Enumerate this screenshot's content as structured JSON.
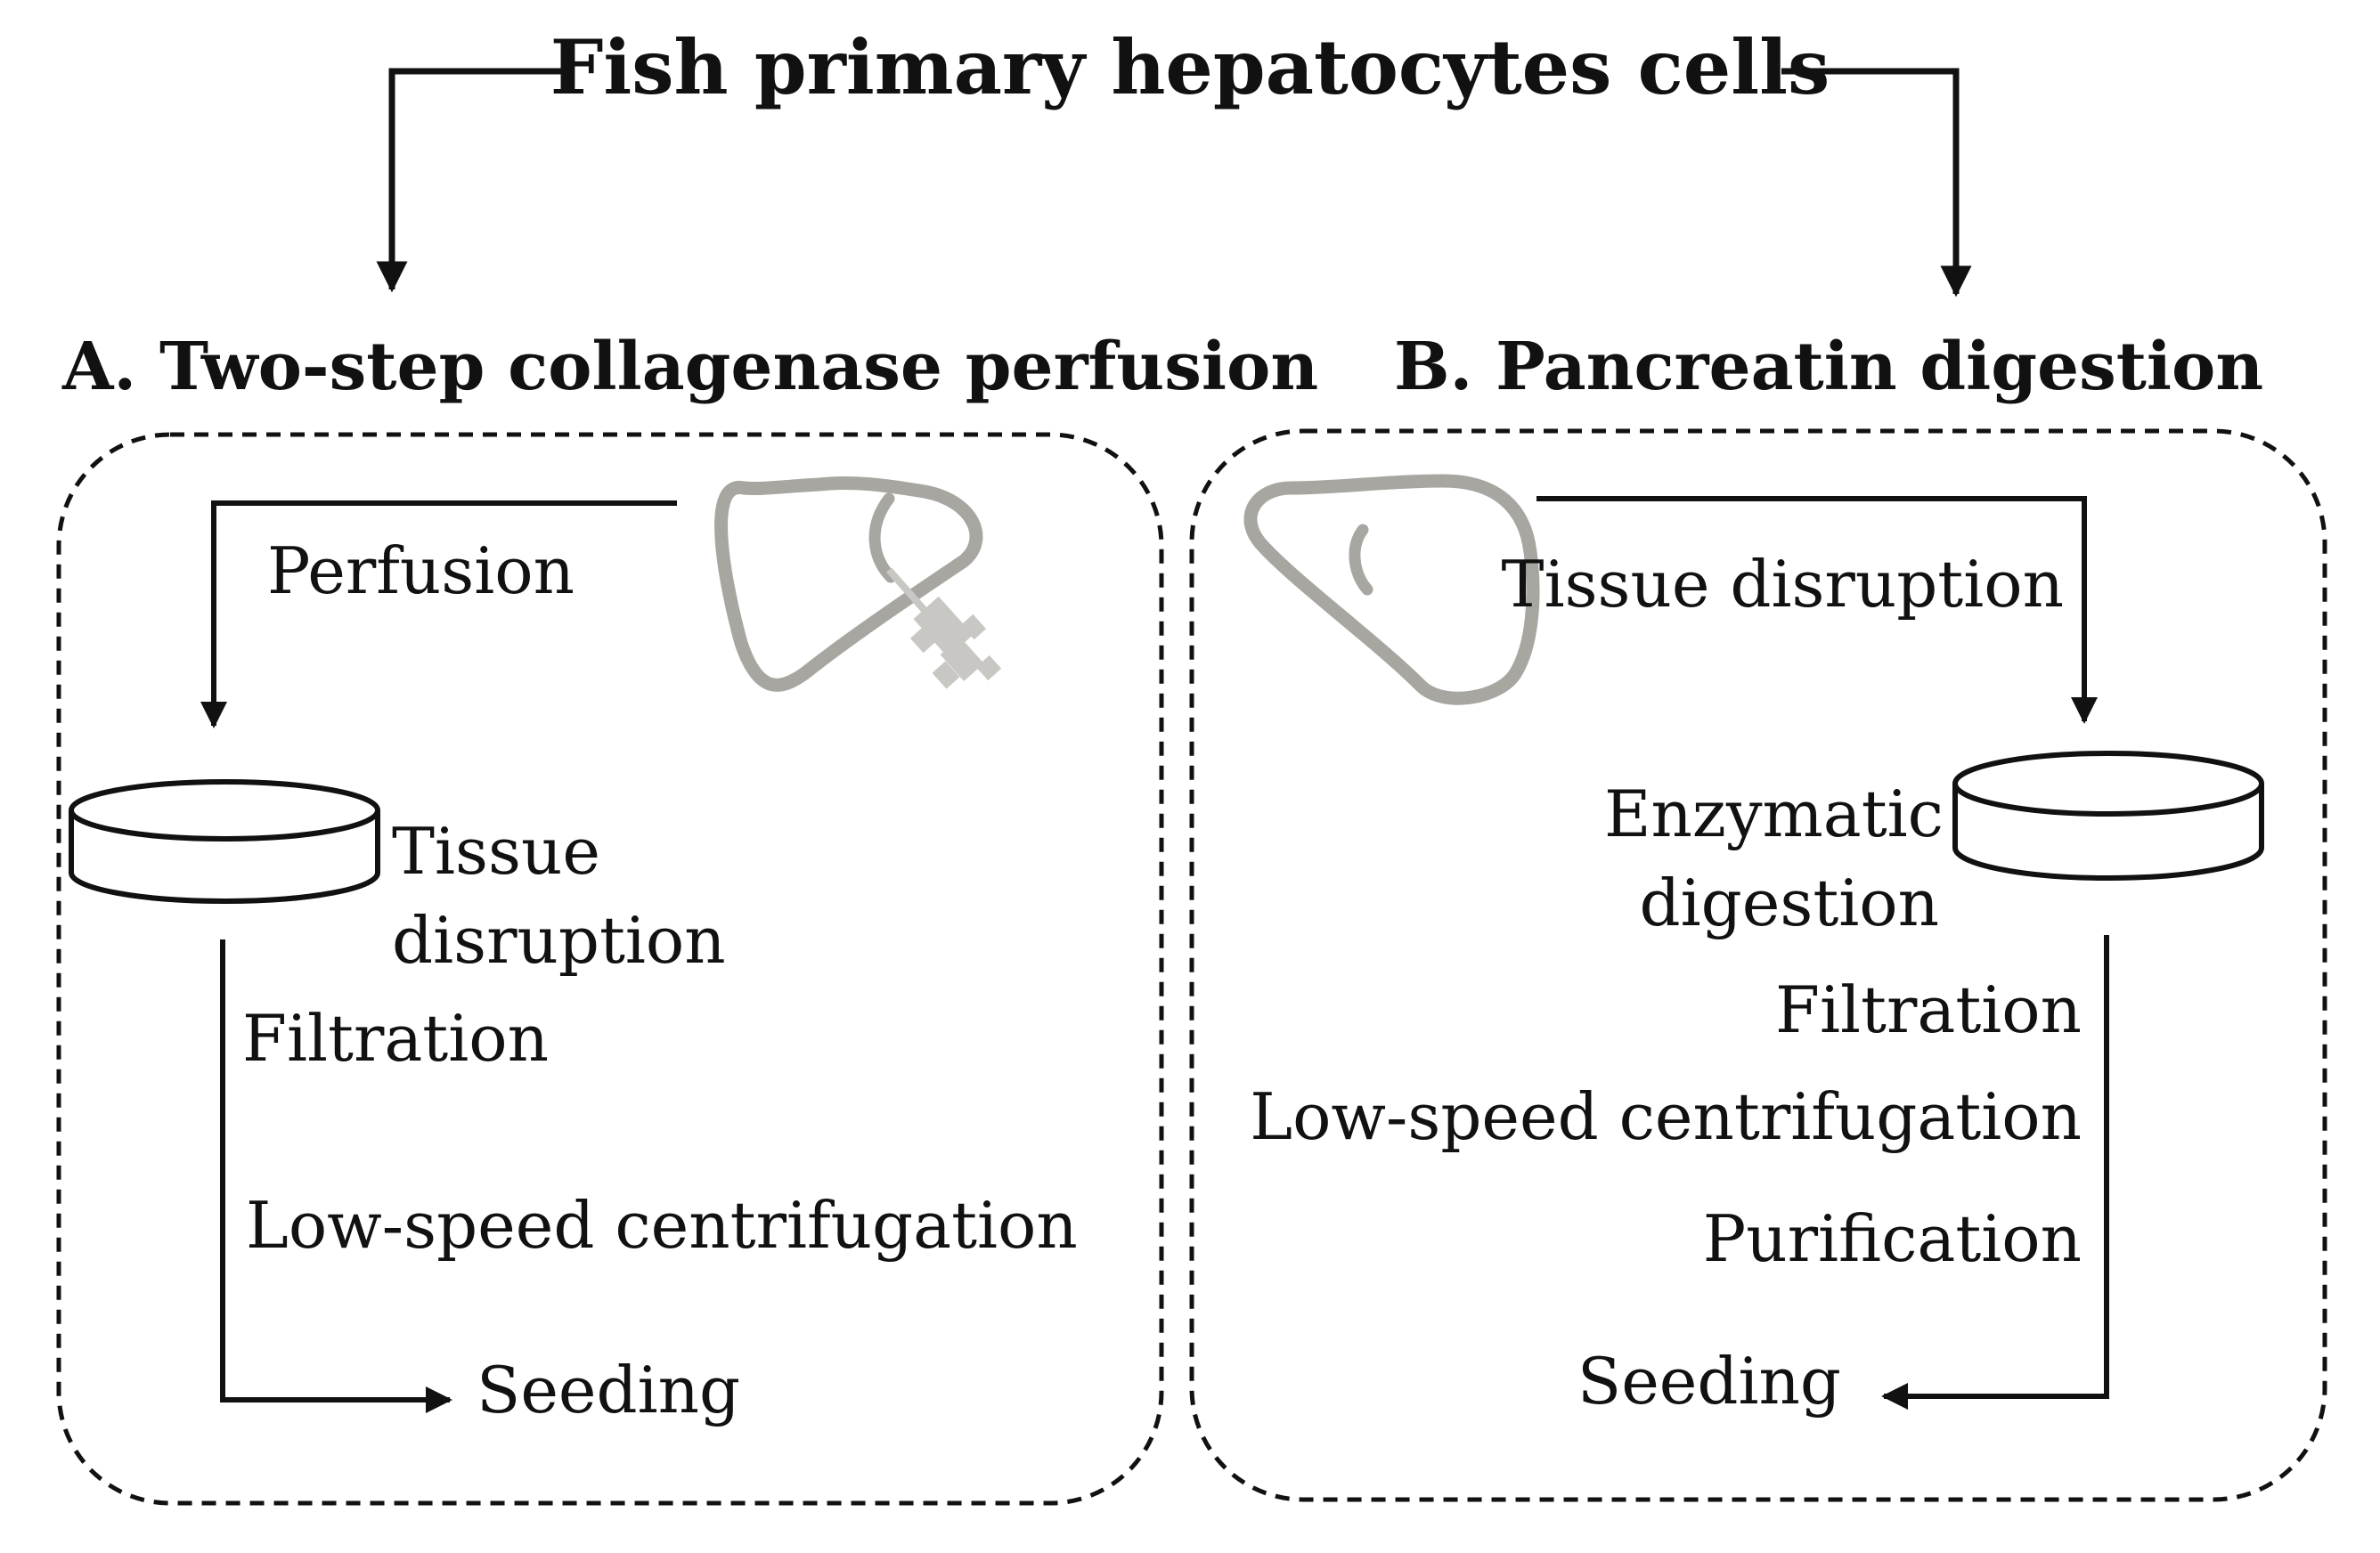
{
  "title": "Fish primary hepatocytes cells",
  "panel_a": {
    "heading": "A. Two-step collagenase perfusion",
    "steps": {
      "perfusion": "Perfusion",
      "tissue_disruption_line1": "Tissue",
      "tissue_disruption_line2": "disruption",
      "filtration": "Filtration",
      "centrifugation": "Low-speed centrifugation",
      "seeding": "Seeding"
    },
    "icons": [
      "liver-icon",
      "syringe-icon",
      "dish-icon"
    ]
  },
  "panel_b": {
    "heading": "B. Pancreatin digestion",
    "steps": {
      "tissue_disruption": "Tissue disruption",
      "enzymatic_line1": "Enzymatic",
      "enzymatic_line2": "digestion",
      "filtration": "Filtration",
      "centrifugation": "Low-speed centrifugation",
      "purification": "Purification",
      "seeding": "Seeding"
    },
    "icons": [
      "liver-icon",
      "dish-icon"
    ]
  },
  "colors": {
    "line": "#111111",
    "liver": "#a8a6a1",
    "syringe": "#c9c7c3"
  }
}
